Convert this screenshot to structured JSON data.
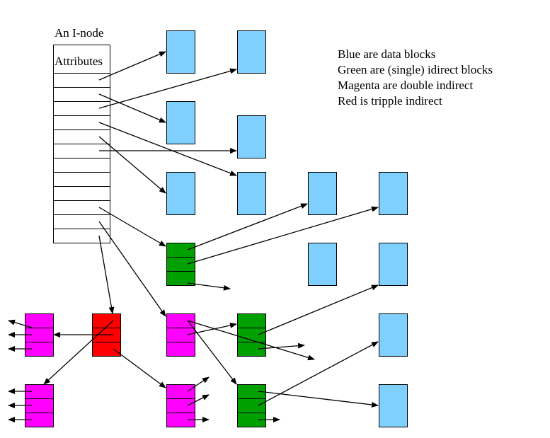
{
  "diagram": {
    "inode_title": "An I-node",
    "inode_attributes_label": "Attributes",
    "inode_pointer_slots": 12,
    "legend": [
      "Blue are data blocks",
      "Green are (single) idirect blocks",
      "Magenta are double indirect",
      "Red is tripple indirect"
    ],
    "colors": {
      "data_block": "#80d0ff",
      "single_indirect": "#00a000",
      "double_indirect": "#ff00ff",
      "triple_indirect": "#ff0000",
      "stroke": "#000000"
    },
    "blocks": [
      {
        "id": "d1",
        "kind": "data"
      },
      {
        "id": "d2",
        "kind": "data"
      },
      {
        "id": "d3",
        "kind": "data"
      },
      {
        "id": "d4",
        "kind": "data"
      },
      {
        "id": "d5",
        "kind": "data"
      },
      {
        "id": "d6",
        "kind": "data"
      },
      {
        "id": "d7",
        "kind": "data"
      },
      {
        "id": "d8",
        "kind": "data"
      },
      {
        "id": "d9",
        "kind": "data"
      },
      {
        "id": "d10",
        "kind": "data"
      },
      {
        "id": "d11",
        "kind": "data"
      },
      {
        "id": "d12",
        "kind": "data"
      },
      {
        "id": "d13",
        "kind": "data"
      },
      {
        "id": "g1",
        "kind": "single_indirect"
      },
      {
        "id": "g2",
        "kind": "single_indirect"
      },
      {
        "id": "g3",
        "kind": "single_indirect"
      },
      {
        "id": "m1",
        "kind": "double_indirect"
      },
      {
        "id": "m2",
        "kind": "double_indirect"
      },
      {
        "id": "m3",
        "kind": "double_indirect"
      },
      {
        "id": "m4",
        "kind": "double_indirect"
      },
      {
        "id": "r1",
        "kind": "triple_indirect"
      }
    ]
  }
}
